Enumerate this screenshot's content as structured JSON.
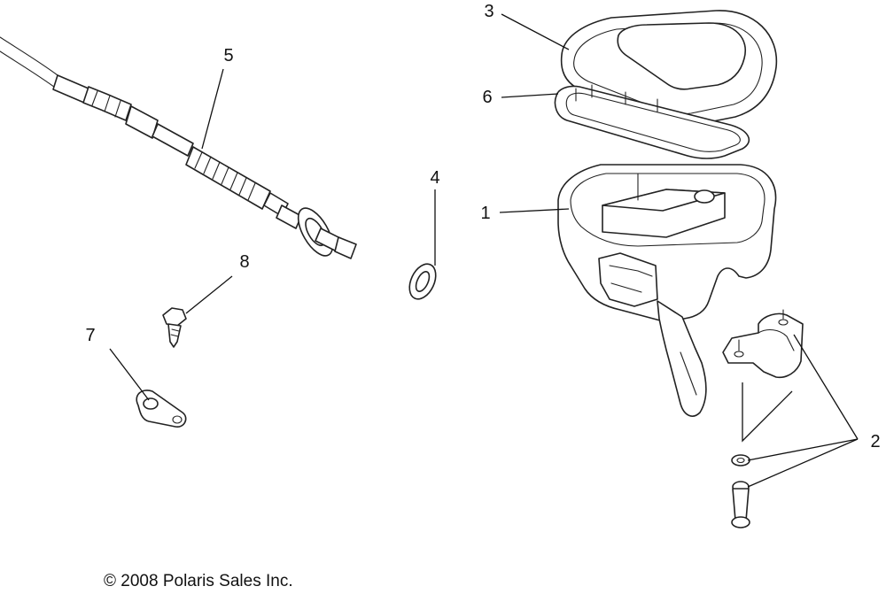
{
  "diagram": {
    "callouts": {
      "c1": "1",
      "c2": "2",
      "c3": "3",
      "c4": "4",
      "c5": "5",
      "c6": "6",
      "c7": "7",
      "c8": "8"
    },
    "copyright": "© 2008 Polaris Sales Inc."
  }
}
